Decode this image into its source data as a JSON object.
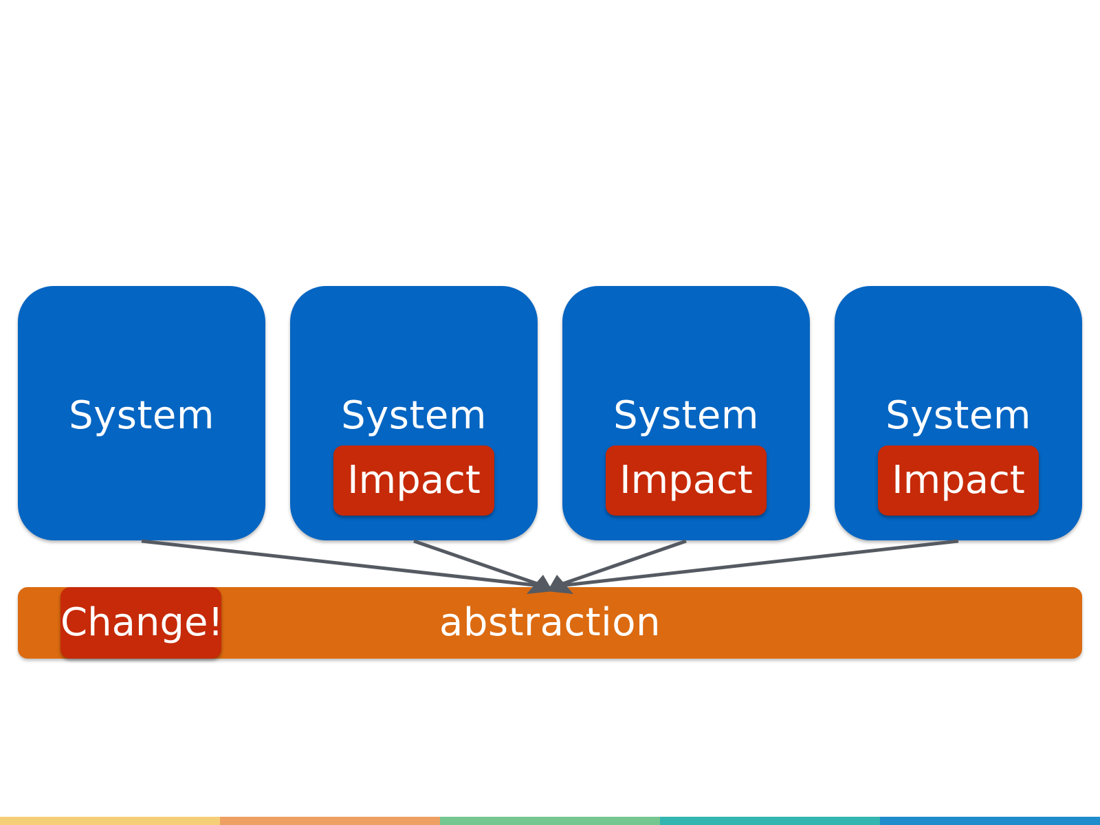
{
  "systems": [
    {
      "label": "System",
      "impact": ""
    },
    {
      "label": "System",
      "impact": "Impact"
    },
    {
      "label": "System",
      "impact": "Impact"
    },
    {
      "label": "System",
      "impact": "Impact"
    }
  ],
  "abstraction": {
    "label": "abstraction",
    "change_label": "Change!"
  },
  "colors": {
    "system_blue": "#0565C2",
    "impact_red": "#C62A08",
    "abstraction_orange": "#DC6A10",
    "arrow_gray": "#555A62",
    "stripe": [
      "#F5CE78",
      "#EEA062",
      "#76C690",
      "#33B5B0",
      "#1F8CCB"
    ]
  }
}
